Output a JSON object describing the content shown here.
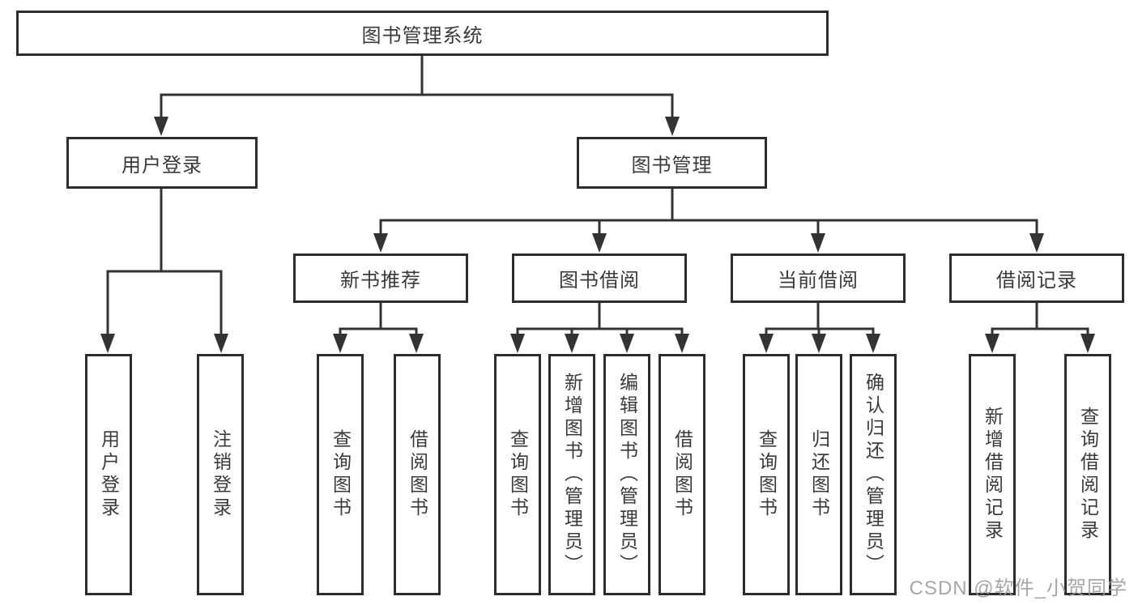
{
  "colors": {
    "background": "#ffffff",
    "line": "#333333",
    "box_border": "#2d2d2d",
    "text": "#3a3a3a",
    "watermark": "#969696"
  },
  "watermark": {
    "text": "CSDN @软件_小贺同学"
  },
  "tree": {
    "root": {
      "label": "图书管理系统"
    },
    "branches": [
      {
        "label": "用户登录",
        "children": [
          {
            "label": "用户登录"
          },
          {
            "label": "注销登录"
          }
        ]
      },
      {
        "label": "图书管理",
        "children": [
          {
            "label": "新书推荐",
            "children": [
              {
                "label": "查询图书"
              },
              {
                "label": "借阅图书"
              }
            ]
          },
          {
            "label": "图书借阅",
            "children": [
              {
                "label": "查询图书"
              },
              {
                "label": "新增图书（管理员）"
              },
              {
                "label": "编辑图书（管理员）"
              },
              {
                "label": "借阅图书"
              }
            ]
          },
          {
            "label": "当前借阅",
            "children": [
              {
                "label": "查询图书"
              },
              {
                "label": "归还图书"
              },
              {
                "label": "确认归还（管理员）"
              }
            ]
          },
          {
            "label": "借阅记录",
            "children": [
              {
                "label": "新增借阅记录"
              },
              {
                "label": "查询借阅记录"
              }
            ]
          }
        ]
      }
    ]
  }
}
